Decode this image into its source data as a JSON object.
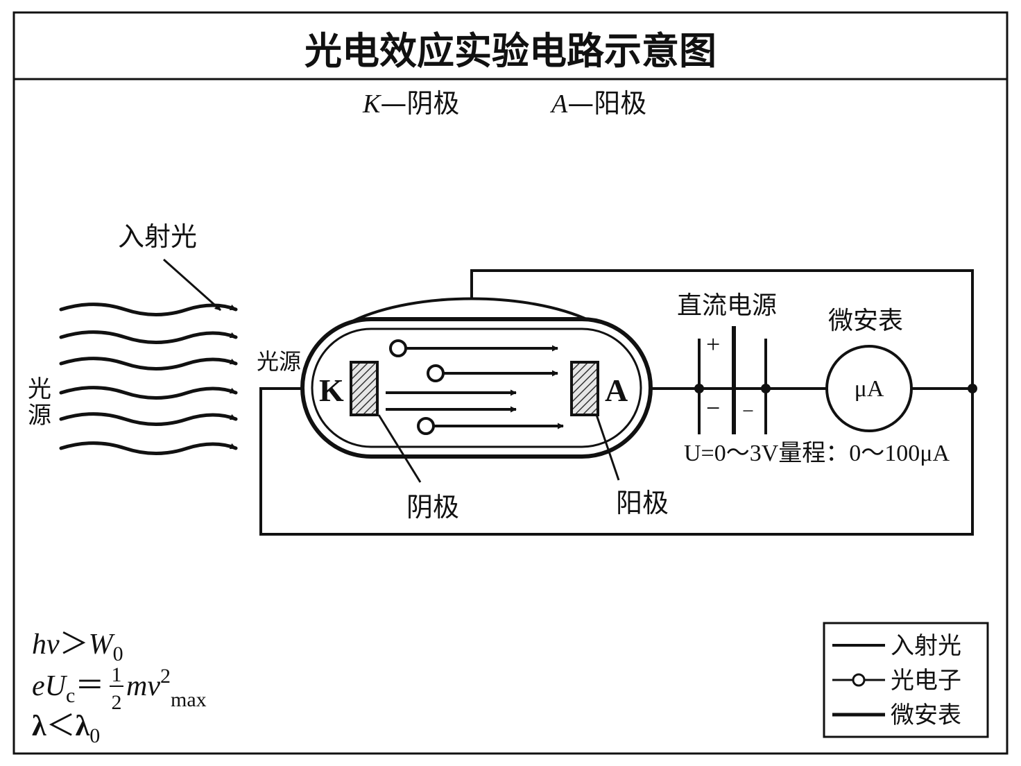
{
  "title": "光电效应实验电路示意图",
  "subtitle": {
    "cathode_symbol": "K",
    "cathode_text": "—阴极",
    "anode_symbol": "A",
    "anode_text": "—阳极"
  },
  "labels": {
    "incident_light": "入射光",
    "light_source_side_1": "光",
    "light_source_side_2": "源",
    "light_source_inline": "光源",
    "cathode_letter": "K",
    "anode_letter": "A",
    "cathode_caption": "阴极",
    "anode_caption": "阳极",
    "dc_power": "直流电源",
    "microammeter": "微安表",
    "meter_symbol": "μA",
    "plus_sign": "+",
    "minus_sign_left": "−",
    "minus_sign_right": "−",
    "voltage_range": "U=0～3V",
    "meter_range_label": "量程：",
    "meter_range_value": "0～100μA"
  },
  "formulas": {
    "f1_h": "h",
    "f1_nu": "ν",
    "f1_gt": "＞",
    "f1_W": "W",
    "f1_sub0": "0",
    "f2_e": "e",
    "f2_U": "U",
    "f2_subc": "c",
    "f2_eq": "＝",
    "f2_num": "1",
    "f2_den": "2",
    "f2_m": "m",
    "f2_v": "v",
    "f2_sup2": "2",
    "f2_max": "max",
    "f3_lambda": "λ",
    "f3_lt": "＜",
    "f3_lambda0": "λ",
    "f3_sub0": "0"
  },
  "legend": {
    "items": [
      {
        "label": "入射光",
        "symbol": "line"
      },
      {
        "label": "光电子",
        "symbol": "line-with-circle"
      },
      {
        "label": "微安表",
        "symbol": "thick-line"
      }
    ]
  },
  "colors": {
    "ink": "#111111",
    "background": "#ffffff",
    "hatch": "#333333",
    "electrode_fill": "#d9d9d9"
  }
}
